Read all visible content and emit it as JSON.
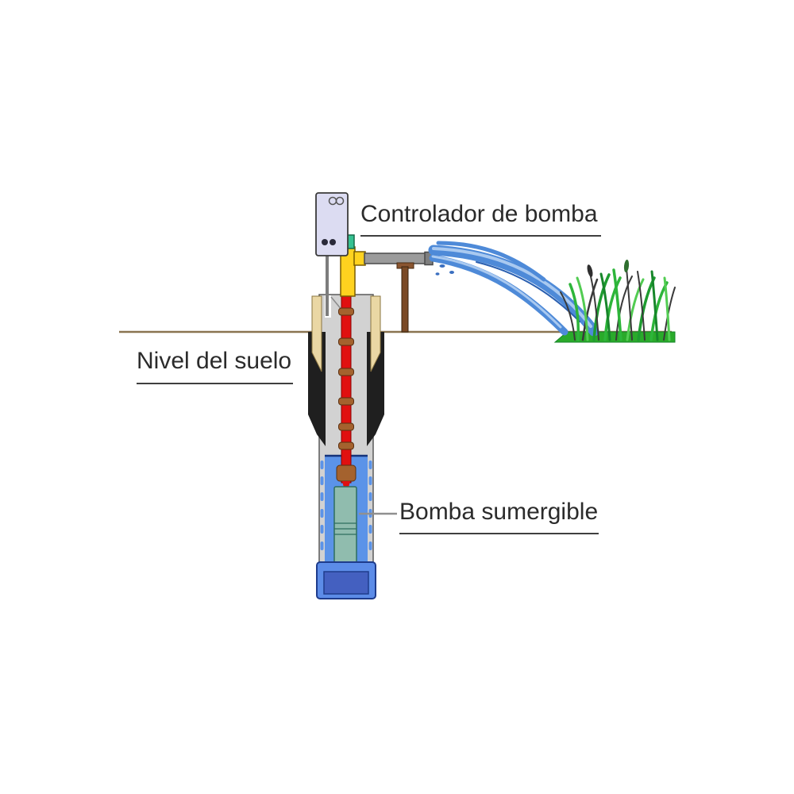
{
  "labels": {
    "controller": "Controlador de bomba",
    "ground_level": "Nivel del suelo",
    "submersible_pump": "Bomba sumergible"
  },
  "colors": {
    "water": "#5b93e8",
    "water_jet": "#4e8ad8",
    "water_jet_highlight": "#a9c9f0",
    "riser_pipe_red": "#e01010",
    "coupling_brown": "#a4622e",
    "surface_pipe_yellow": "#ffd21f",
    "outlet_pipe_gray": "#9b9b9b",
    "check_valve_teal": "#35c191",
    "pump_body_teal": "#90bcae",
    "casing_gray": "#d2d2d2",
    "casing_seal_black": "#1f1f1f",
    "casing_trim_beige": "#ead7a4",
    "grass_green": "#2aaa2a",
    "ground_line_brown": "#8a7450",
    "controller_box": "#dcdcf2",
    "post_brown": "#7a4a26",
    "sump_blue": "#5c8ce8",
    "sump_inner_blue": "#4460c0"
  }
}
